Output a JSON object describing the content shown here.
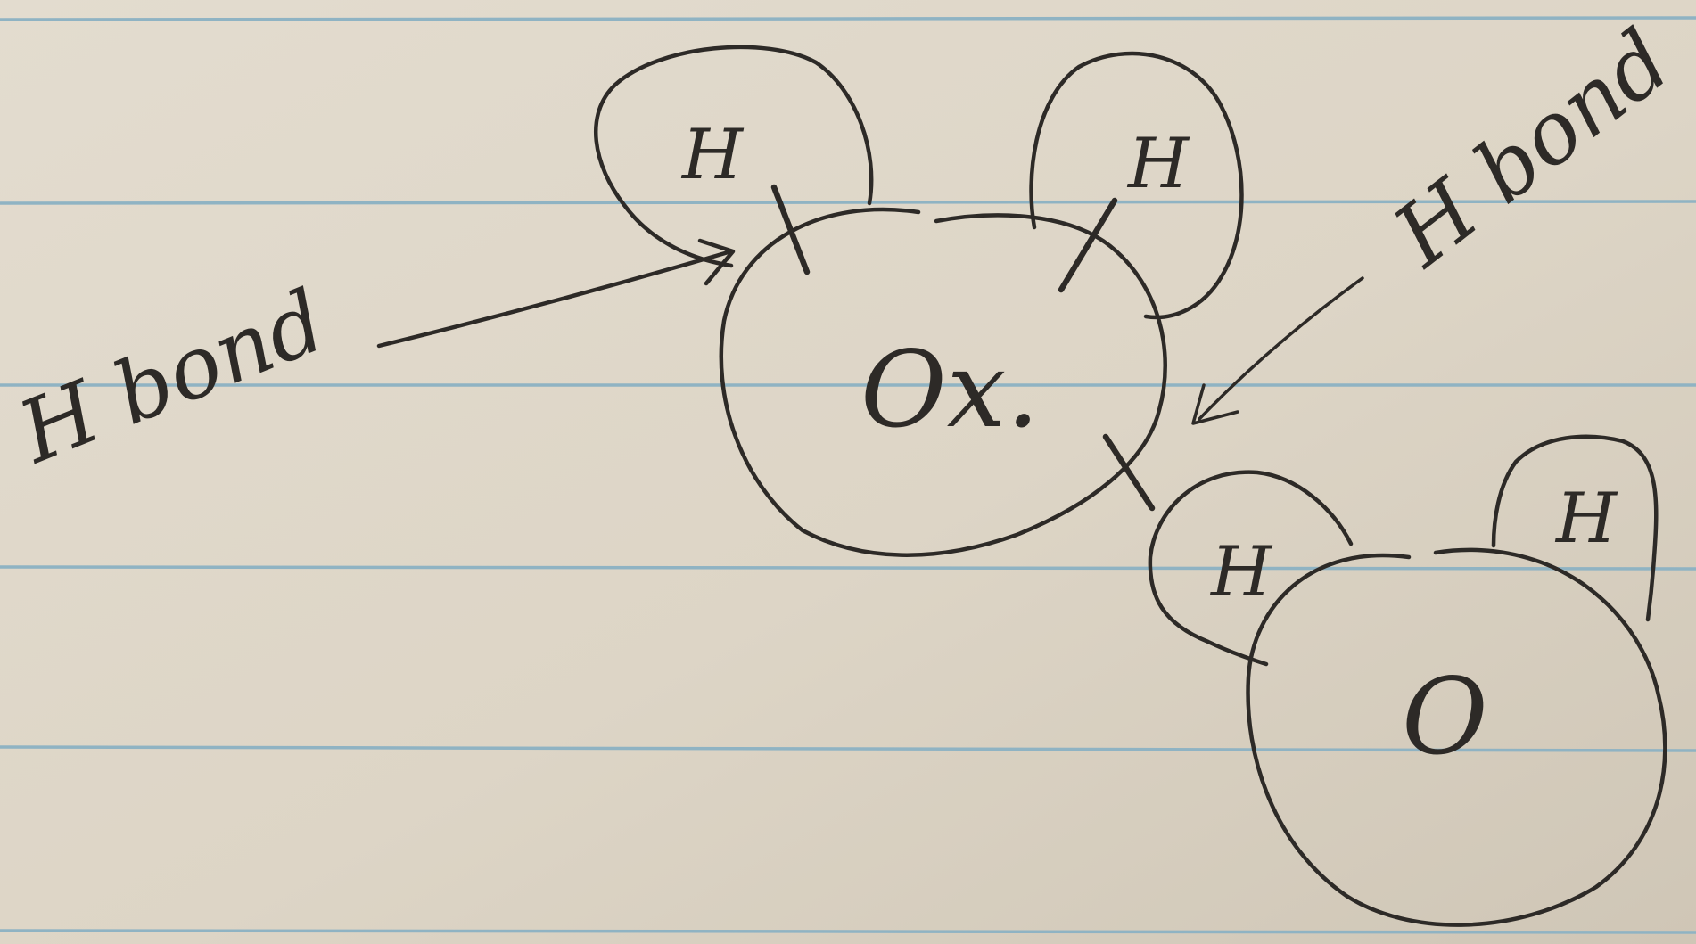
{
  "diagram": {
    "labels": {
      "h_bond_left": "H bond",
      "h_bond_right": "H bond",
      "oxygen_main": "Ox.",
      "oxygen_second": "O",
      "hydrogen": "H"
    },
    "colors": {
      "paper": "#ddd5c6",
      "rule_line": "#8fb3c3",
      "ink": "#2d2a27"
    }
  }
}
